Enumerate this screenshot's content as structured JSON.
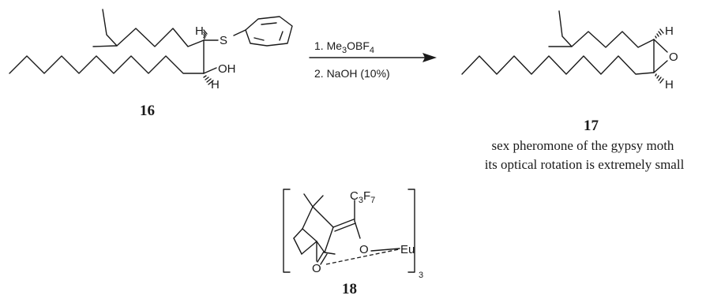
{
  "scheme": {
    "compound_16": {
      "number": "16",
      "labels": {
        "h_top": "H",
        "s": "S",
        "oh": "OH",
        "h_bottom": "H"
      }
    },
    "reaction": {
      "step1": {
        "prefix": "1. Me",
        "sub1": "3",
        "mid": "OBF",
        "sub2": "4"
      },
      "step2": "2. NaOH (10%)"
    },
    "compound_17": {
      "number": "17",
      "labels": {
        "h_top": "H",
        "o": "O",
        "h_bottom": "H"
      },
      "caption_line1": "sex pheromone of the gypsy moth",
      "caption_line2": "its optical rotation is extremely small"
    },
    "compound_18": {
      "number": "18",
      "labels": {
        "c": "C",
        "c_sub": "3",
        "f": "F",
        "f_sub": "7",
        "o_ether": "O",
        "eu": "Eu",
        "o_keto": "O",
        "multiplier": "3"
      }
    }
  }
}
